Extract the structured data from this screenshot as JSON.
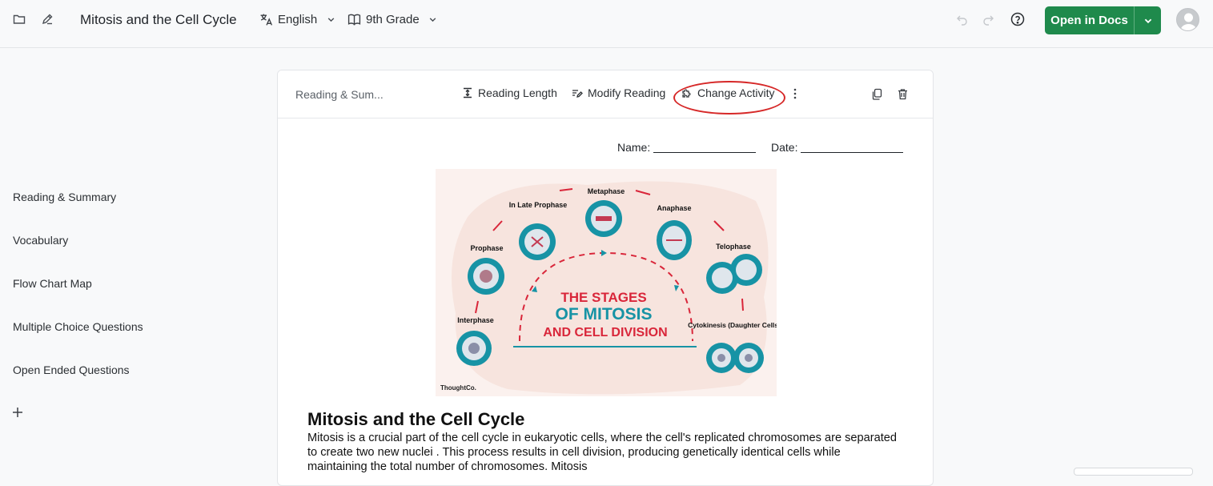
{
  "topbar": {
    "title": "Mitosis and the Cell Cycle",
    "language": "English",
    "grade": "9th Grade",
    "open_docs_label": "Open in Docs",
    "accent_color": "#1f8a4c"
  },
  "sidebar": {
    "items": [
      {
        "label": "Reading & Summary"
      },
      {
        "label": "Vocabulary"
      },
      {
        "label": "Flow Chart Map"
      },
      {
        "label": "Multiple Choice Questions"
      },
      {
        "label": "Open Ended Questions"
      }
    ]
  },
  "card": {
    "section_label": "Reading & Sum...",
    "reading_length_label": "Reading Length",
    "modify_reading_label": "Modify Reading",
    "change_activity_label": "Change Activity"
  },
  "worksheet": {
    "name_label": "Name:",
    "date_label": "Date:",
    "figure": {
      "stages": [
        "Prophase",
        "In Late Prophase",
        "Metaphase",
        "Anaphase",
        "Telophase",
        "Interphase",
        "Cytokinesis (Daughter Cells)"
      ],
      "title_line1": "THE STAGES",
      "title_line2": "OF MITOSIS",
      "title_line3": "AND CELL DIVISION",
      "credit": "ThoughtCo."
    },
    "reading_title": "Mitosis and the Cell Cycle",
    "reading_text": "Mitosis is a crucial part of the cell cycle in eukaryotic cells, where the cell's replicated chromosomes are separated to create two new nuclei . This process results in cell division, producing genetically identical cells while maintaining the total number of chromosomes. Mitosis"
  }
}
